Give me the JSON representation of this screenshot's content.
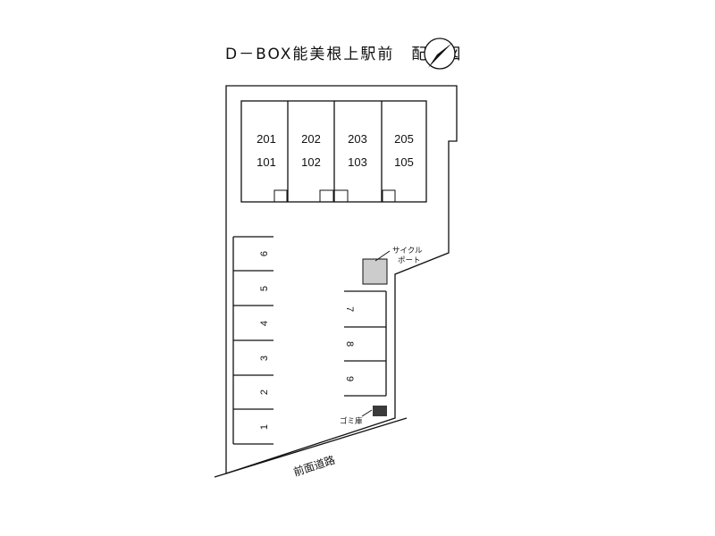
{
  "title": "D－BOX能美根上駅前　配置図",
  "building": {
    "units": [
      {
        "upper": "201",
        "lower": "101"
      },
      {
        "upper": "202",
        "lower": "102"
      },
      {
        "upper": "203",
        "lower": "103"
      },
      {
        "upper": "205",
        "lower": "105"
      }
    ]
  },
  "parking": {
    "left_column": [
      "6",
      "5",
      "4",
      "3",
      "2",
      "1"
    ],
    "right_column": [
      "7",
      "8",
      "9"
    ]
  },
  "cycle_port": {
    "label_line1": "サイクル",
    "label_line2": "ポート",
    "color": "#cccccc"
  },
  "garbage": {
    "label": "ゴミ庫",
    "color": "#3a3a3a"
  },
  "road": {
    "label": "前面道路"
  },
  "compass": {
    "icon": "north-arrow-icon"
  }
}
